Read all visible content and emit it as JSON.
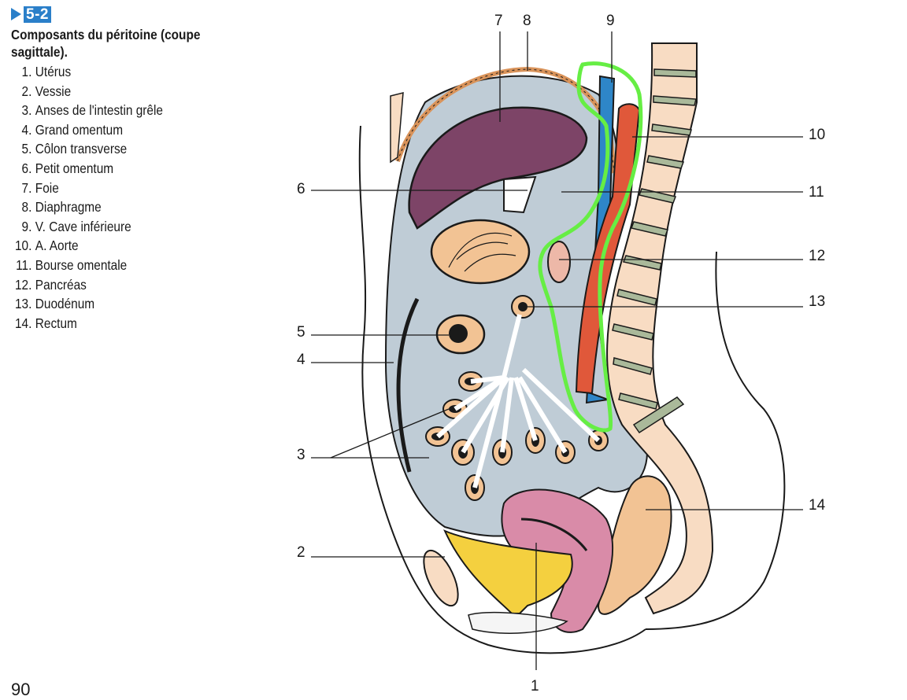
{
  "figure": {
    "number": "5-2",
    "title": "Composants du péritoine (coupe sagittale).",
    "legend": [
      {
        "num": "1.",
        "label": "Utérus"
      },
      {
        "num": "2.",
        "label": "Vessie"
      },
      {
        "num": "3.",
        "label": "Anses de l'intestin grêle"
      },
      {
        "num": "4.",
        "label": "Grand omentum"
      },
      {
        "num": "5.",
        "label": "Côlon transverse"
      },
      {
        "num": "6.",
        "label": "Petit omentum"
      },
      {
        "num": "7.",
        "label": "Foie"
      },
      {
        "num": "8.",
        "label": "Diaphragme"
      },
      {
        "num": "9.",
        "label": "V. Cave inférieure"
      },
      {
        "num": "10.",
        "label": "A. Aorte"
      },
      {
        "num": "11.",
        "label": "Bourse omentale"
      },
      {
        "num": "12.",
        "label": "Pancréas"
      },
      {
        "num": "13.",
        "label": "Duodénum"
      },
      {
        "num": "14.",
        "label": "Rectum"
      }
    ]
  },
  "callouts": {
    "c1": "1",
    "c2": "2",
    "c3": "3",
    "c4": "4",
    "c5": "5",
    "c6": "6",
    "c7": "7",
    "c8": "8",
    "c9": "9",
    "c10": "10",
    "c11": "11",
    "c12": "12",
    "c13": "13",
    "c14": "14"
  },
  "annotation": {
    "type": "highlight-outline",
    "color": "#66ee44",
    "target": "V. Cave inférieure / A. Aorte / Pancréas / Duodénum"
  },
  "colors": {
    "accent": "#2a7fc9",
    "peritoneum": "#bfccd6",
    "liver": "#7d4467",
    "vein": "#2e86c8",
    "artery": "#e0583a",
    "bladder": "#f4d03f",
    "uterus": "#d98ba8",
    "bowel": "#f2c394",
    "spine": "#f8dcc3",
    "disc": "#aab99a",
    "highlight": "#66ee44"
  },
  "page_number": "90"
}
